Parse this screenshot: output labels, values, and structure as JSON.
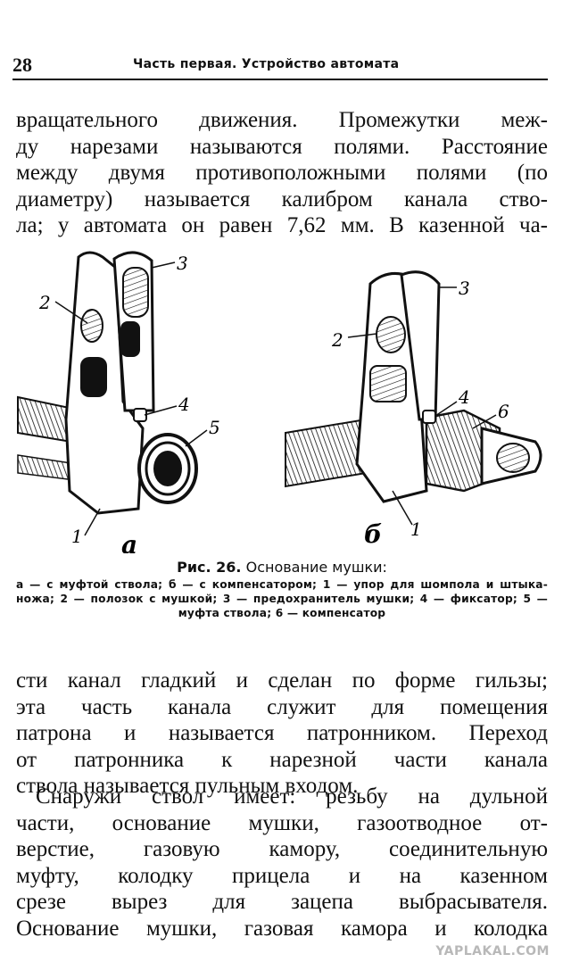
{
  "header": {
    "page_number": "28",
    "running_title": "Часть первая. Устройство автомата"
  },
  "paragraph_1": [
    "вращательного движения. Промежутки меж-",
    "ду нарезами называются полями. Расстояние",
    "между двумя противоположными полями (по",
    "диаметру) называется калибром канала ство-",
    "ла; у автомата он равен 7,62 мм. В казенной ча-"
  ],
  "figure": {
    "left_view_letter": "а",
    "right_view_letter": "б",
    "left_callouts": [
      "1",
      "2",
      "3",
      "4",
      "5"
    ],
    "right_callouts": [
      "1",
      "2",
      "3",
      "4",
      "6"
    ],
    "caption_label": "Рис. 26.",
    "caption_title": "Основание мушки:",
    "caption_body": "а — с муфтой ствола; б — с компенсатором; 1 — упор для шомпола и штыка-ножа; 2 — полозок с мушкой; 3 — предохранитель мушки; 4 — фиксатор; 5 — муфта ствола; 6 — компенсатор"
  },
  "paragraph_2": [
    "сти канал гладкий и сделан по форме гильзы;",
    "эта часть канала служит для помещения",
    "патрона и называется патронником. Переход",
    "от патронника к нарезной части канала",
    "ствола называется пульным входом."
  ],
  "paragraph_3": [
    "Снаружи ствол имеет: резьбу на дульной",
    "части, основание мушки, газоотводное от-",
    "верстие, газовую камору, соединительную",
    "муфту, колодку прицела и на казенном",
    "срезе вырез для зацепа выбрасывателя.",
    "Основание мушки, газовая камора и колодка"
  ],
  "watermark": "YAPLAKAL.COM",
  "colors": {
    "ink": "#111111",
    "paper": "#ffffff",
    "watermark": "#b8b8b8"
  }
}
